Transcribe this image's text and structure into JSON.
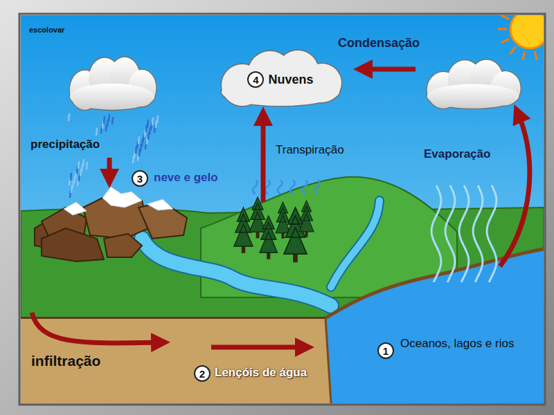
{
  "diagram": {
    "nodes": [
      {
        "text": [
          "4",
          "Nuvens"
        ]
      },
      {
        "text": [
          "infiltração",
          "2",
          "Lençóis de água"
        ]
      },
      {
        "text": [
          "1",
          "Oceanos, lagos e rios"
        ]
      }
    ],
    "labels": [
      "escolovar",
      "Condensação",
      "precipitação",
      "3",
      "neve e gelo",
      "Transpiração",
      "Evaporação"
    ]
  }
}
